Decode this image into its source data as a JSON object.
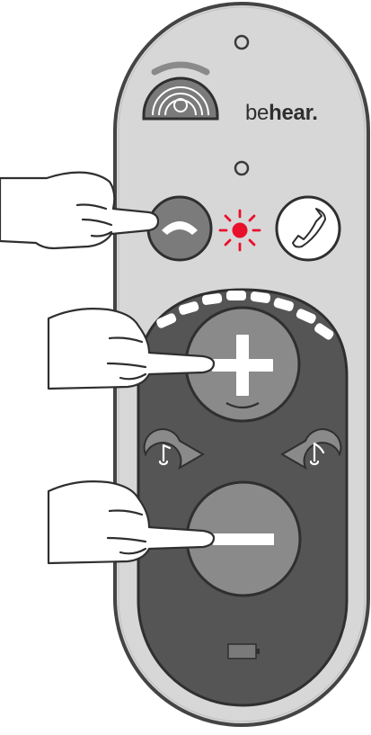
{
  "device": {
    "brand": {
      "prefix": "be",
      "suffix": "hear."
    },
    "colors": {
      "body_gray": "#d7d7d8",
      "inner_dark": "#4f4f4f",
      "button_gray": "#8a8a8a",
      "led_red": "#e8102a",
      "white": "#ffffff"
    },
    "indicators": {
      "led_state": "on",
      "volume_level_segments": 8,
      "battery_icon": "battery-icon"
    },
    "buttons": {
      "wireless_mode": "wireless-signal-icon",
      "hang_up": "hang-up-icon",
      "answer_call": "phone-icon",
      "volume_up": "plus-icon",
      "volume_down": "minus-icon",
      "tone_down": "music-note-low-icon",
      "tone_up": "music-note-high-icon"
    }
  }
}
